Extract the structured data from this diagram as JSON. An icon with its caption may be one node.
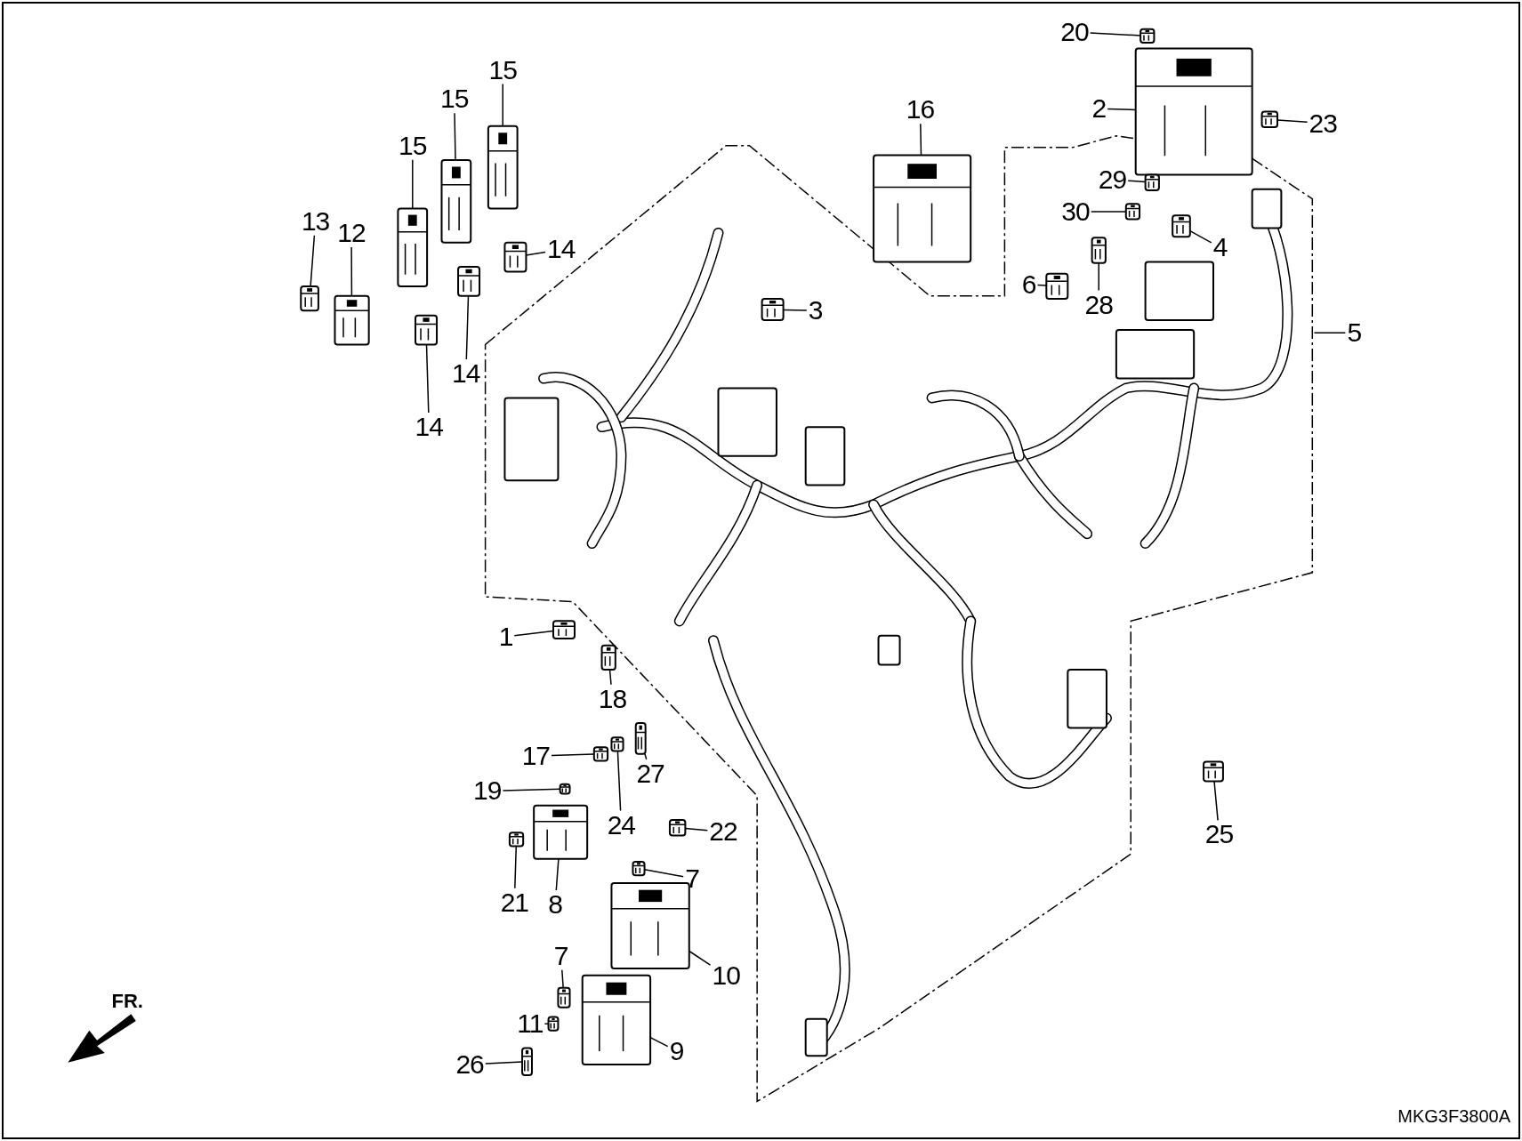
{
  "diagram": {
    "nodes": [
      {
        "text": [
          "20"
        ]
      },
      {
        "text": [
          "2"
        ]
      },
      {
        "text": [
          "23"
        ]
      },
      {
        "text": [
          "29"
        ]
      },
      {
        "text": [
          "30"
        ]
      },
      {
        "text": [
          "4"
        ]
      },
      {
        "text": [
          "6"
        ]
      },
      {
        "text": [
          "28"
        ]
      },
      {
        "text": [
          "5"
        ]
      },
      {
        "text": [
          "3"
        ]
      },
      {
        "text": [
          "16"
        ]
      },
      {
        "text": [
          "13"
        ]
      },
      {
        "text": [
          "12"
        ]
      },
      {
        "text": [
          "15"
        ]
      },
      {
        "text": [
          "15"
        ]
      },
      {
        "text": [
          "15"
        ]
      },
      {
        "text": [
          "14"
        ]
      },
      {
        "text": [
          "14"
        ]
      },
      {
        "text": [
          "14"
        ]
      },
      {
        "text": [
          "1"
        ]
      },
      {
        "text": [
          "18"
        ]
      },
      {
        "text": [
          "17"
        ]
      },
      {
        "text": [
          "27"
        ]
      },
      {
        "text": [
          "19"
        ]
      },
      {
        "text": [
          "24"
        ]
      },
      {
        "text": [
          "22"
        ]
      },
      {
        "text": [
          "7"
        ]
      },
      {
        "text": [
          "21"
        ]
      },
      {
        "text": [
          "8"
        ]
      },
      {
        "text": [
          "10"
        ]
      },
      {
        "text": [
          "7"
        ]
      },
      {
        "text": [
          "11"
        ]
      },
      {
        "text": [
          "26"
        ]
      },
      {
        "text": [
          "9"
        ]
      },
      {
        "text": [
          "25"
        ]
      },
      {
        "text": [],
        "shape": "picture"
      },
      {
        "text": [],
        "shape": "picture"
      },
      {
        "text": [],
        "shape": "picture"
      },
      {
        "text": [],
        "shape": "picture"
      },
      {
        "text": [],
        "shape": "picture"
      },
      {
        "text": [],
        "shape": "picture"
      },
      {
        "text": [],
        "shape": "picture"
      },
      {
        "text": [],
        "shape": "picture"
      },
      {
        "text": [],
        "shape": "picture"
      },
      {
        "text": [],
        "shape": "picture"
      },
      {
        "text": [],
        "shape": "picture"
      },
      {
        "text": [],
        "shape": "picture"
      },
      {
        "text": [],
        "shape": "picture"
      },
      {
        "text": [],
        "shape": "picture"
      },
      {
        "text": [],
        "shape": "picture"
      },
      {
        "text": [],
        "shape": "picture"
      },
      {
        "text": [],
        "shape": "picture"
      },
      {
        "text": [],
        "shape": "picture"
      },
      {
        "text": [],
        "shape": "picture"
      },
      {
        "text": [],
        "shape": "picture"
      },
      {
        "text": [],
        "shape": "picture"
      },
      {
        "text": [],
        "shape": "picture"
      },
      {
        "text": [],
        "shape": "picture"
      },
      {
        "text": [],
        "shape": "picture"
      },
      {
        "text": [],
        "shape": "picture"
      },
      {
        "text": [],
        "shape": "picture"
      },
      {
        "text": [],
        "shape": "picture"
      },
      {
        "text": [],
        "shape": "picture"
      },
      {
        "text": [],
        "shape": "picture"
      },
      {
        "text": [],
        "shape": "picture"
      },
      {
        "text": [],
        "shape": "picture"
      },
      {
        "text": [],
        "shape": "picture"
      },
      {
        "text": [],
        "shape": "picture"
      },
      {
        "text": [],
        "shape": "picture"
      }
    ],
    "edges": [
      {
        "from": 0,
        "to": 35,
        "arrow": "none"
      },
      {
        "from": 1,
        "to": 36,
        "arrow": "none"
      },
      {
        "from": 2,
        "to": 37,
        "arrow": "none"
      },
      {
        "from": 3,
        "to": 38,
        "arrow": "none"
      },
      {
        "from": 4,
        "to": 39,
        "arrow": "none"
      },
      {
        "from": 5,
        "to": 40,
        "arrow": "none"
      },
      {
        "from": 6,
        "to": 41,
        "arrow": "none"
      },
      {
        "from": 7,
        "to": 42,
        "arrow": "none"
      },
      {
        "from": 8,
        "to": null,
        "arrow": "none"
      },
      {
        "from": 9,
        "to": 43,
        "arrow": "none"
      },
      {
        "from": 10,
        "to": 44,
        "arrow": "none"
      },
      {
        "from": 11,
        "to": 45,
        "arrow": "none"
      },
      {
        "from": 12,
        "to": 46,
        "arrow": "none"
      },
      {
        "from": 13,
        "to": 47,
        "arrow": "none"
      },
      {
        "from": 14,
        "to": 48,
        "arrow": "none"
      },
      {
        "from": 15,
        "to": 49,
        "arrow": "none"
      },
      {
        "from": 16,
        "to": 50,
        "arrow": "none"
      },
      {
        "from": 17,
        "to": 51,
        "arrow": "none"
      },
      {
        "from": 18,
        "to": 52,
        "arrow": "none"
      },
      {
        "from": 19,
        "to": 53,
        "arrow": "none"
      },
      {
        "from": 20,
        "to": 54,
        "arrow": "none"
      },
      {
        "from": 21,
        "to": 55,
        "arrow": "none"
      },
      {
        "from": 22,
        "to": 56,
        "arrow": "none"
      },
      {
        "from": 23,
        "to": 57,
        "arrow": "none"
      },
      {
        "from": 24,
        "to": 58,
        "arrow": "none"
      },
      {
        "from": 25,
        "to": 59,
        "arrow": "none"
      },
      {
        "from": 26,
        "to": 60,
        "arrow": "none"
      },
      {
        "from": 27,
        "to": 61,
        "arrow": "none"
      },
      {
        "from": 28,
        "to": 62,
        "arrow": "none"
      },
      {
        "from": 29,
        "to": 63,
        "arrow": "none"
      },
      {
        "from": 30,
        "to": 64,
        "arrow": "none"
      },
      {
        "from": 31,
        "to": 65,
        "arrow": "none"
      },
      {
        "from": 32,
        "to": 66,
        "arrow": "none"
      },
      {
        "from": 33,
        "to": 67,
        "arrow": "none"
      },
      {
        "from": 34,
        "to": 68,
        "arrow": "none"
      }
    ],
    "labels": [
      "FR.",
      "MKG3F3800A"
    ]
  }
}
